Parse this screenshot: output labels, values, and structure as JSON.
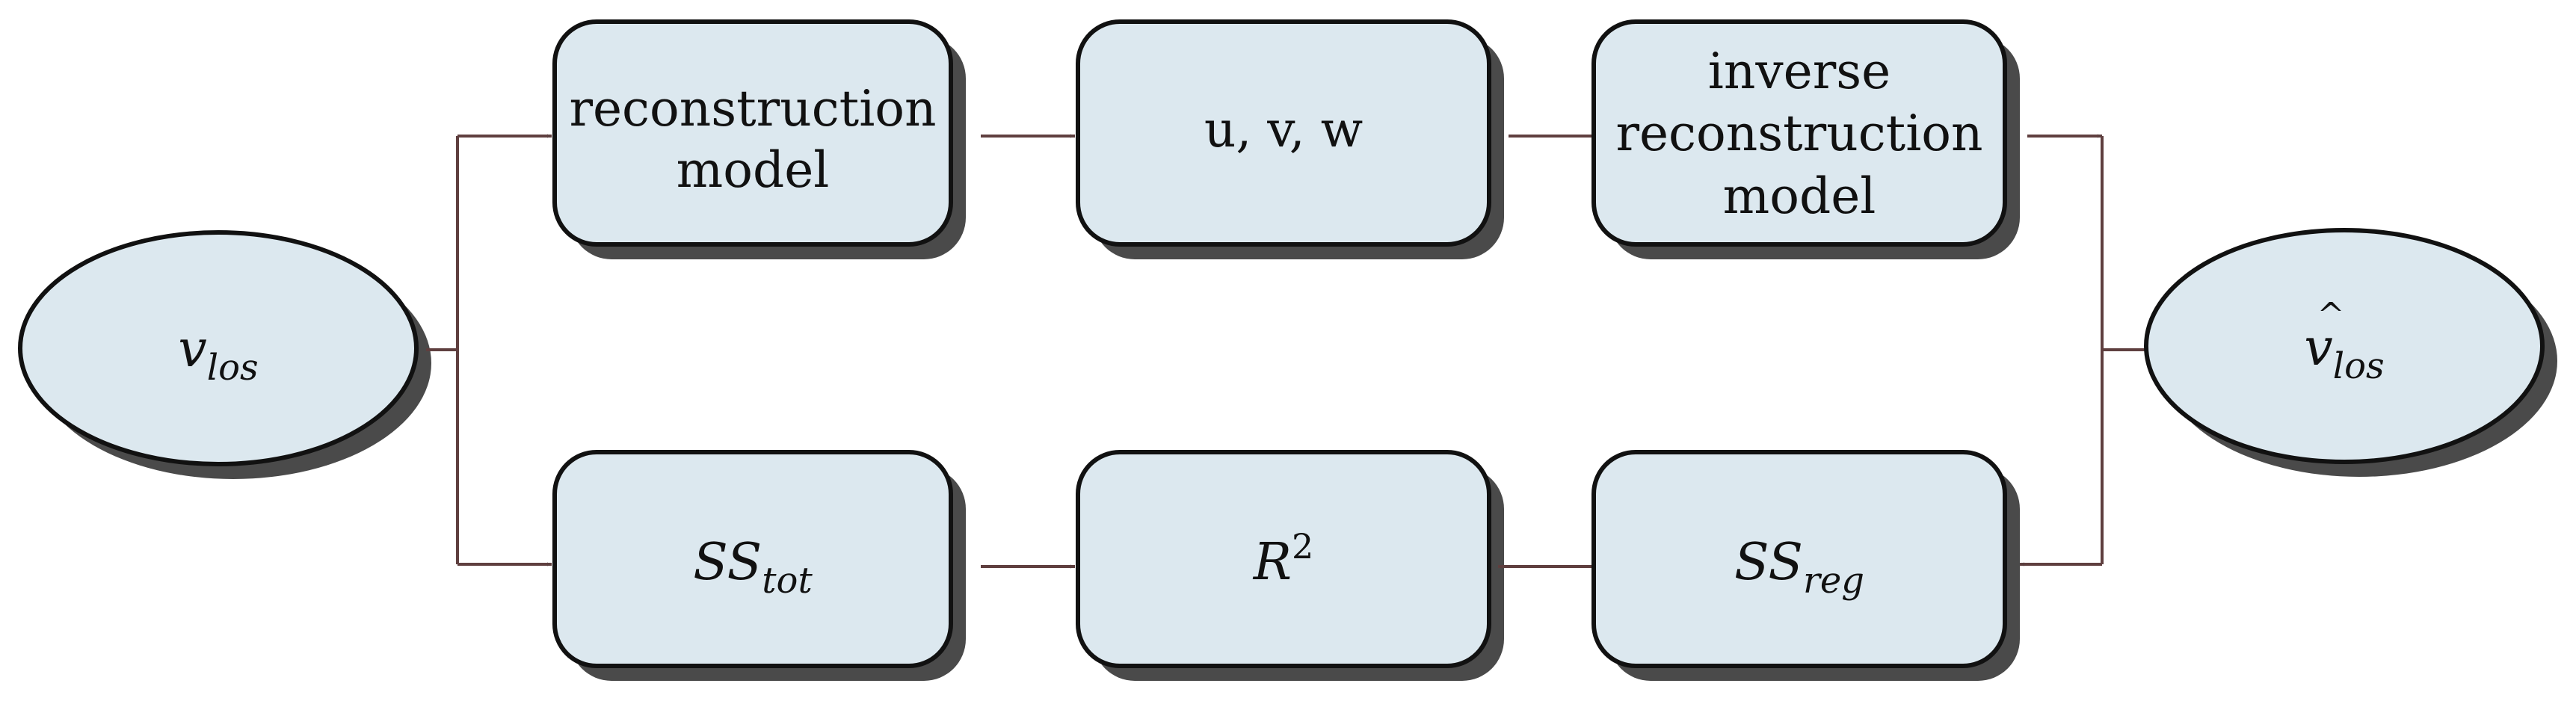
{
  "nodes": {
    "vlos": {
      "main": "v",
      "sub": "los"
    },
    "vlos_hat": {
      "hat": "^",
      "main": "v",
      "sub": "los"
    },
    "reconstruction_model": {
      "line1": "reconstruction",
      "line2": "model"
    },
    "uvw": {
      "label": "u, v, w"
    },
    "inverse_reconstruction_model": {
      "line1": "inverse",
      "line2": "reconstruction",
      "line3": "model"
    },
    "ss_tot": {
      "main": "SS",
      "sub": "tot"
    },
    "r2": {
      "main": "R",
      "sup": "2"
    },
    "ss_reg": {
      "main": "SS",
      "sub": "reg"
    }
  },
  "colors": {
    "box_fill": "#dce8ef",
    "box_stroke": "#111111",
    "shadow": "#4a4a4a",
    "connector": "#5f3f3f",
    "arrowhead": "#5b3f3f"
  }
}
